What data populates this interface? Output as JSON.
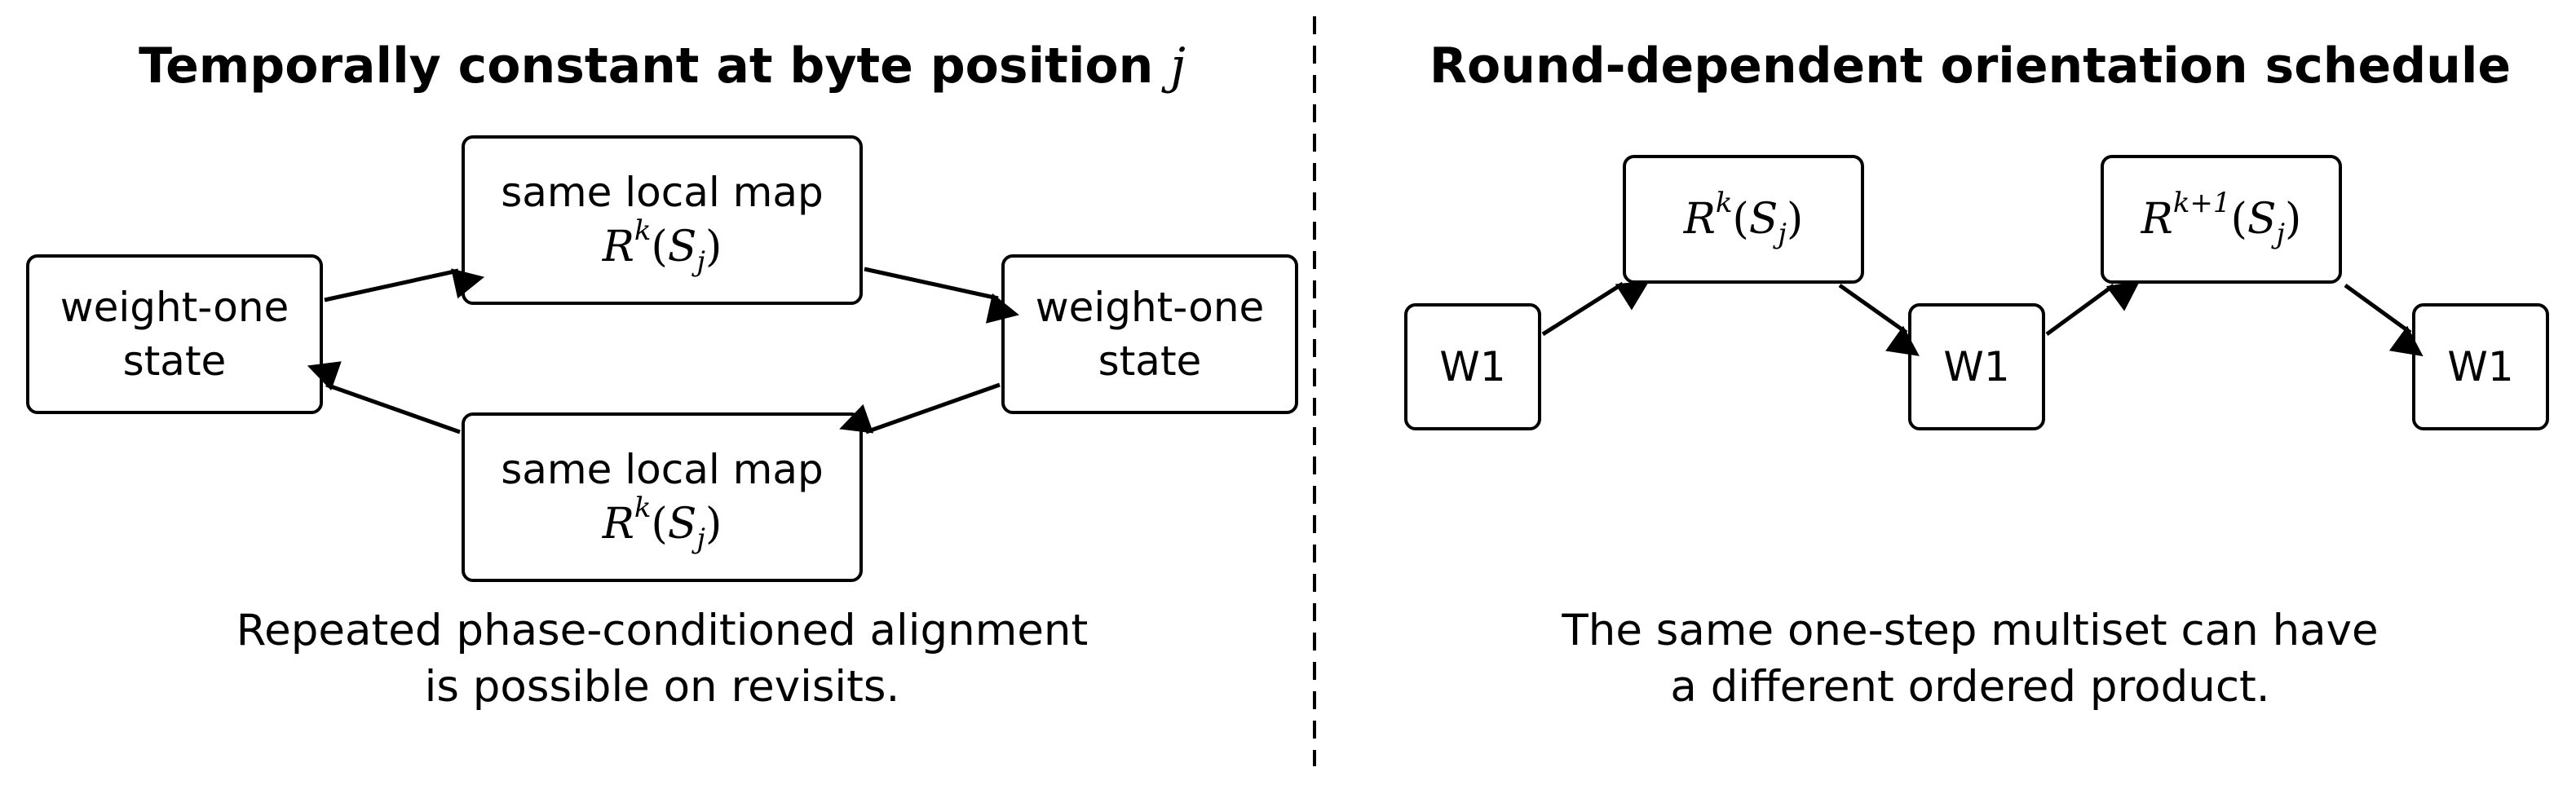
{
  "left_panel": {
    "title": "Temporally constant at byte position",
    "title_var": "j",
    "state_left": {
      "line1": "weight-one",
      "line2": "state"
    },
    "state_right": {
      "line1": "weight-one",
      "line2": "state"
    },
    "map_top": {
      "label": "same local map",
      "base": "R",
      "sup": "k",
      "arg": "S",
      "sub": "j"
    },
    "map_bottom": {
      "label": "same local map",
      "base": "R",
      "sup": "k",
      "arg": "S",
      "sub": "j"
    },
    "caption": {
      "line1": "Repeated phase-conditioned alignment",
      "line2": "is possible on revisits."
    }
  },
  "right_panel": {
    "title": "Round-dependent orientation schedule",
    "nodes": [
      "W1",
      "W1",
      "W1"
    ],
    "map1": {
      "base": "R",
      "sup": "k",
      "arg": "S",
      "sub": "j"
    },
    "map2": {
      "base": "R",
      "sup": "k+1",
      "arg": "S",
      "sub": "j"
    },
    "caption": {
      "line1": "The same one-step multiset can have",
      "line2": "a different ordered product."
    }
  }
}
